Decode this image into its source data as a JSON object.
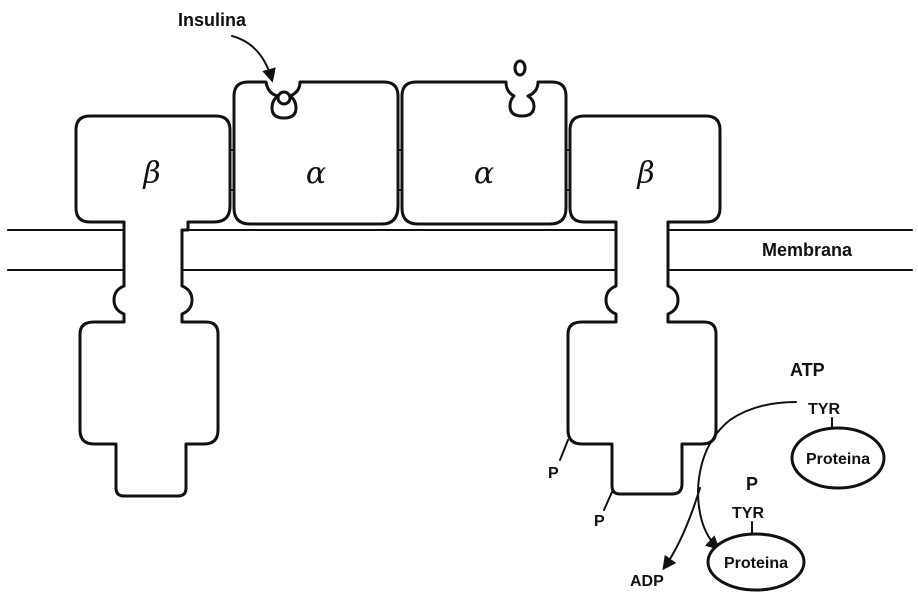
{
  "labels": {
    "insulin": "Insulina",
    "membrane": "Membrana",
    "beta": "β",
    "alpha": "α",
    "atp": "ATP",
    "tyr": "TYR",
    "protein": "Proteina",
    "phosphate": "P",
    "adp": "ADP"
  }
}
